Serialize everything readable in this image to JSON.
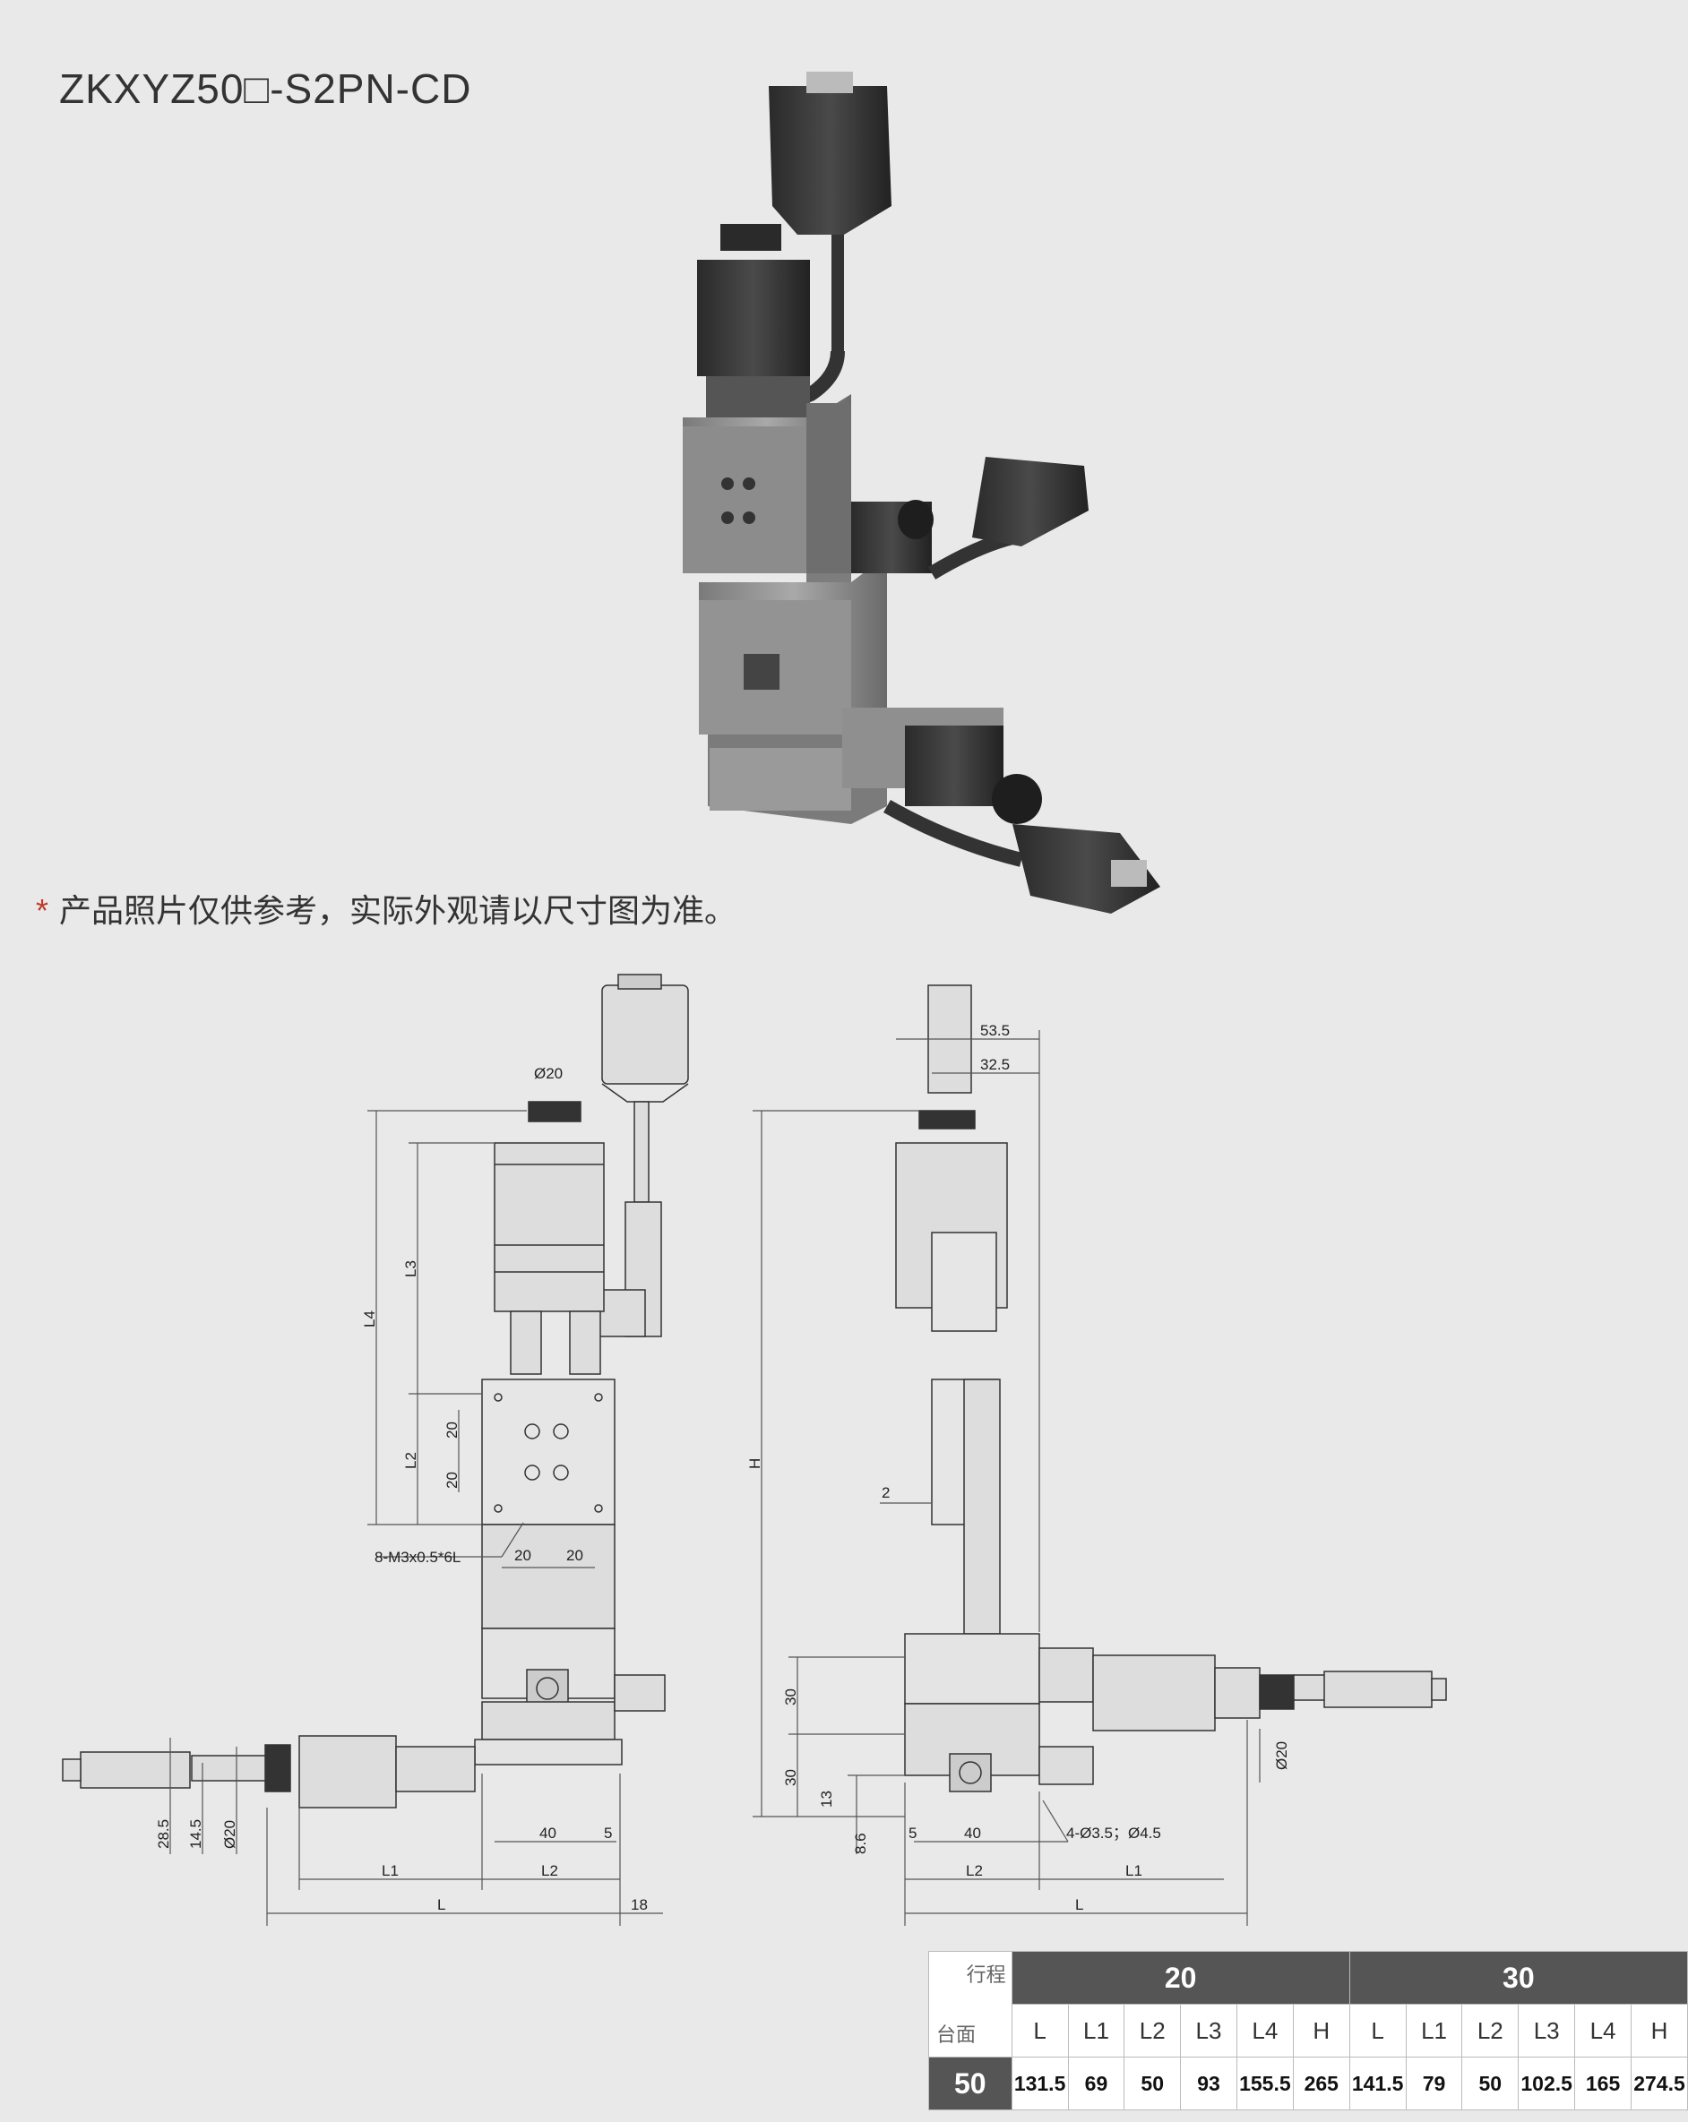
{
  "model_title": "ZKXYZ50□-S2PN-CD",
  "photo_note": "产品照片仅供参考，实际外观请以尺寸图为准。",
  "photo_note_mark": "*",
  "drawing_front": {
    "dims": {
      "dia20_top": "Ø20",
      "L4": "L4",
      "L3": "L3",
      "L2": "L2",
      "d20a": "20",
      "d20b": "20",
      "hole_note": "8-M3x0.5*6L",
      "w20a": "20",
      "w20b": "20",
      "h285": "28.5",
      "h145": "14.5",
      "dia20_side": "Ø20",
      "w40": "40",
      "w5": "5",
      "L1": "L1",
      "L2b": "L2",
      "L": "L",
      "w18": "18"
    }
  },
  "drawing_side": {
    "dims": {
      "w535": "53.5",
      "w325": "32.5",
      "H": "H",
      "d2": "2",
      "h30a": "30",
      "h30b": "30",
      "h13": "13",
      "h86": "8.6",
      "w5": "5",
      "w40": "40",
      "hole_note": "4-Ø3.5；Ø4.5",
      "dia20": "Ø20",
      "L2": "L2",
      "L1": "L1",
      "L": "L"
    }
  },
  "spec_table": {
    "row_label_top": "行程",
    "row_label_bottom": "台面",
    "strokes": [
      "20",
      "30"
    ],
    "columns": [
      "L",
      "L1",
      "L2",
      "L3",
      "L4",
      "H"
    ],
    "rows": [
      {
        "table_size": "50",
        "stroke20": [
          "131.5",
          "69",
          "50",
          "93",
          "155.5",
          "265"
        ],
        "stroke30": [
          "141.5",
          "79",
          "50",
          "102.5",
          "165",
          "274.5"
        ]
      }
    ]
  }
}
